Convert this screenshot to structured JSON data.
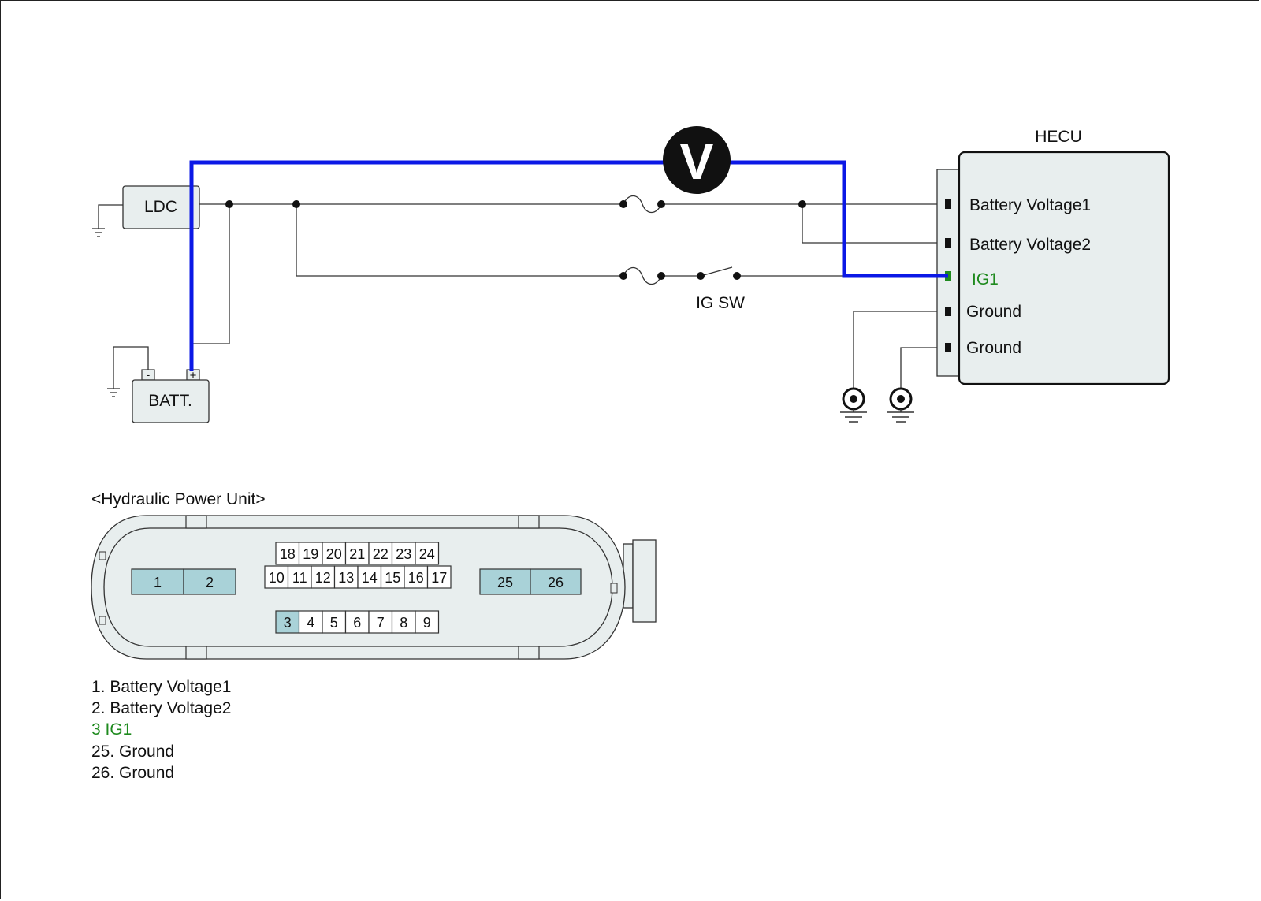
{
  "labels": {
    "ldc": "LDC",
    "batt": "BATT.",
    "batt_minus": "-",
    "batt_plus": "+",
    "voltmeter": "V",
    "ig_sw": "IG SW",
    "hecu": "HECU",
    "connector_title": "<Hydraulic Power Unit>"
  },
  "hecu_pins": [
    {
      "label": "Battery Voltage1",
      "active": false
    },
    {
      "label": "Battery Voltage2",
      "active": false
    },
    {
      "label": "IG1",
      "active": true
    },
    {
      "label": "Ground",
      "active": false
    },
    {
      "label": "Ground",
      "active": false
    }
  ],
  "connector": {
    "large_left": [
      "1",
      "2"
    ],
    "large_right": [
      "25",
      "26"
    ],
    "top_row": [
      "18",
      "19",
      "20",
      "21",
      "22",
      "23",
      "24"
    ],
    "mid_row": [
      "10",
      "11",
      "12",
      "13",
      "14",
      "15",
      "16",
      "17"
    ],
    "bottom_row": [
      "3",
      "4",
      "5",
      "6",
      "7",
      "8",
      "9"
    ],
    "highlighted": [
      "1",
      "2",
      "3",
      "25",
      "26"
    ]
  },
  "legend": [
    {
      "text": "1. Battery Voltage1",
      "highlight": false
    },
    {
      "text": "2. Battery Voltage2",
      "highlight": false
    },
    {
      "text": "3  IG1",
      "highlight": true
    },
    {
      "text": "25. Ground",
      "highlight": false
    },
    {
      "text": "26. Ground",
      "highlight": false
    }
  ],
  "colors": {
    "probe_wire": "#0b18e6",
    "highlight_text": "#1e8a1e",
    "component_fill": "#e8eeee",
    "pin_highlight": "#a9d2d8"
  }
}
